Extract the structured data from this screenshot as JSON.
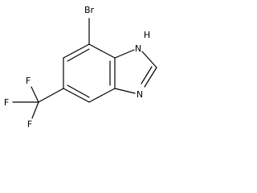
{
  "structure": {
    "atoms": {
      "bromine": "Br",
      "nitrogen_h": "N",
      "hydrogen": "H",
      "nitrogen": "N",
      "fluorine_top": "F",
      "fluorine_left": "F",
      "fluorine_bottom": "F"
    },
    "colors": {
      "bond": "#000000",
      "label": "#000000",
      "background": "#ffffff"
    }
  }
}
